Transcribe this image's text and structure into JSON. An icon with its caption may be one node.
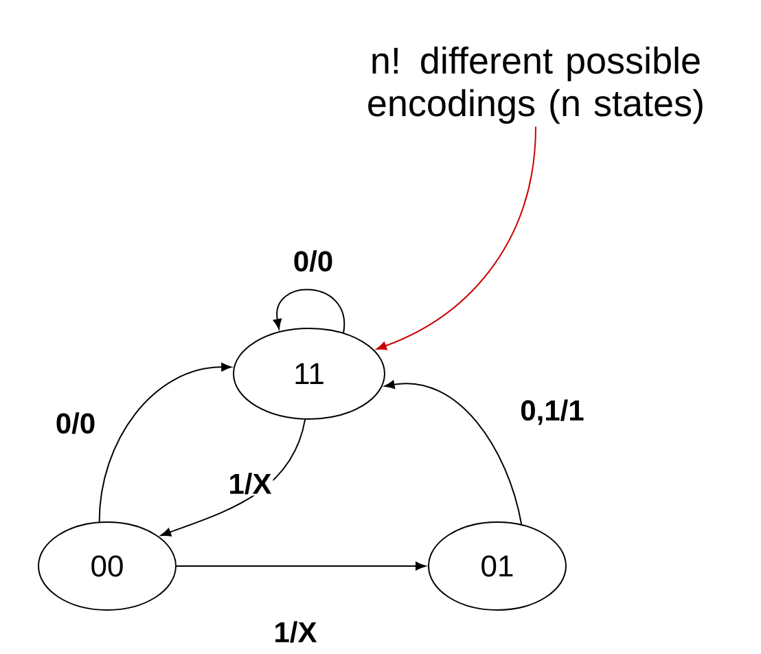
{
  "diagram": {
    "nodes": [
      {
        "text": [
          "n! different possible encodings (n states)"
        ]
      },
      {
        "text": [
          "11"
        ]
      },
      {
        "text": [
          "00"
        ]
      },
      {
        "text": [
          "01"
        ]
      }
    ],
    "edges": [
      {
        "from": 0,
        "to": 1,
        "arrow": "to",
        "color": "#cc0000"
      },
      {
        "from": 1,
        "to": 1,
        "arrow": "to",
        "label": "0/0"
      },
      {
        "from": 2,
        "to": 1,
        "arrow": "to",
        "label": "0/0"
      },
      {
        "from": 1,
        "to": 2,
        "arrow": "to",
        "label": "1/X"
      },
      {
        "from": 2,
        "to": 3,
        "arrow": "to",
        "label": "1/X"
      },
      {
        "from": 3,
        "to": 1,
        "arrow": "to",
        "label": "0,1/1"
      }
    ]
  }
}
